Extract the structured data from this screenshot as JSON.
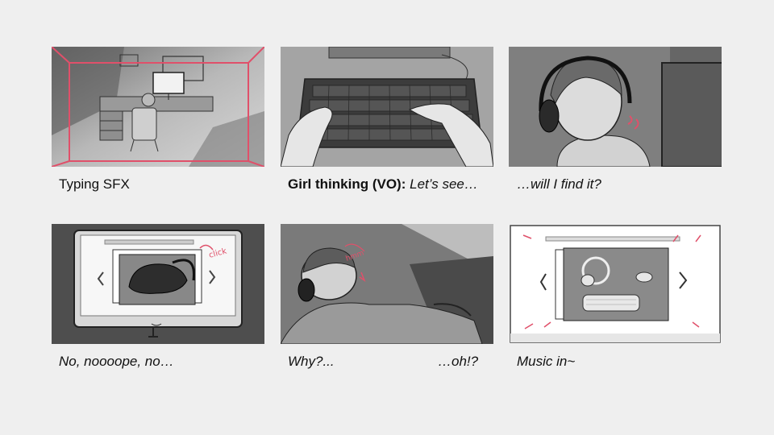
{
  "captions": {
    "p1": "Typing SFX",
    "p2_speaker": "Girl thinking (VO):",
    "p2_line": "Let’s see…",
    "p3": "…will I find it?",
    "p4": "No, noooope, no…",
    "p5_left": "Why?...",
    "p5_right": "…oh!?",
    "p6": "Music in~"
  },
  "sketch_notes": {
    "click": "click",
    "hmm": "hmm"
  },
  "colors": {
    "background": "#efefef",
    "annotation_red": "#e0506a",
    "sketch_gray": "#8a8a8a"
  }
}
